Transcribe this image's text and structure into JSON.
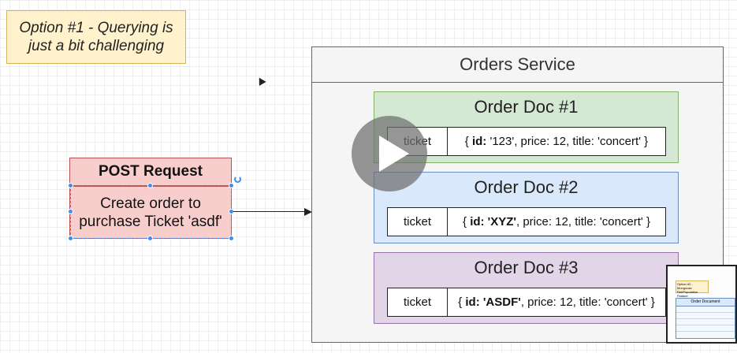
{
  "note": {
    "text": "Option #1 - Querying is just a bit challenging"
  },
  "post_request": {
    "title": "POST Request",
    "body": "Create order to purchase Ticket 'asdf'"
  },
  "service": {
    "title": "Orders Service",
    "docs": [
      {
        "title": "Order Doc #1",
        "key": "ticket",
        "value_prefix": "{ ",
        "id_label": "id:",
        "id_value": " '123'",
        "value_rest": ", price: 12, title: 'concert' }"
      },
      {
        "title": "Order Doc #2",
        "key": "ticket",
        "value_prefix": "{ ",
        "id_label": "id:",
        "id_value": " 'XYZ'",
        "value_rest": ", price: 12, title: 'concert' }"
      },
      {
        "title": "Order Doc #3",
        "key": "ticket",
        "value_prefix": "{ ",
        "id_label": "id:",
        "id_value": " 'ASDF'",
        "value_rest": ", price: 12, title: 'concert' }"
      }
    ]
  },
  "thumbnail": {
    "note": "Option #2 - Mongoose Ref/Population Feature",
    "table_title": "Order Document"
  },
  "colors": {
    "note_fill": "#fff2cc",
    "post_fill": "#f8cecc",
    "doc1_fill": "#d5e8d4",
    "doc2_fill": "#dae8fc",
    "doc3_fill": "#e1d5e7",
    "selection": "#3b8ef3"
  }
}
